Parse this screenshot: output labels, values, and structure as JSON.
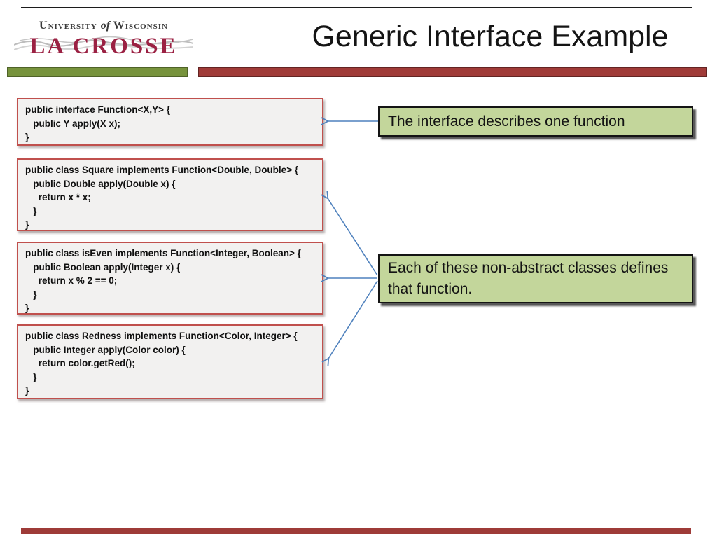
{
  "title": "Generic Interface Example",
  "logo": {
    "university": "University",
    "of": "of",
    "wisconsin": "Wisconsin",
    "lacrosse": "LA CROSSE"
  },
  "code_boxes": [
    {
      "name": "function-interface",
      "code": "public interface Function<X,Y> {\n   public Y apply(X x);\n}"
    },
    {
      "name": "square-class",
      "code": "public class Square implements Function<Double, Double> {\n   public Double apply(Double x) {\n     return x * x;\n   }\n}"
    },
    {
      "name": "iseven-class",
      "code": "public class isEven implements Function<Integer, Boolean> {\n   public Boolean apply(Integer x) {\n     return x % 2 == 0;\n   }\n}"
    },
    {
      "name": "redness-class",
      "code": "public class Redness implements Function<Color, Integer> {\n   public Integer apply(Color color) {\n     return color.getRed();\n   }\n}"
    }
  ],
  "callouts": [
    {
      "text": "The interface describes one function"
    },
    {
      "text": "Each of these non-abstract classes defines that function."
    }
  ],
  "colors": {
    "accent_green": "#77933C",
    "accent_maroon": "#9E3B38",
    "logo_maroon": "#9B2143",
    "code_box_border": "#C0504D",
    "code_box_fill": "#F2F1F0",
    "callout_fill": "#C3D69B",
    "callout_border": "#141414",
    "arrow_blue": "#4F81BD"
  }
}
